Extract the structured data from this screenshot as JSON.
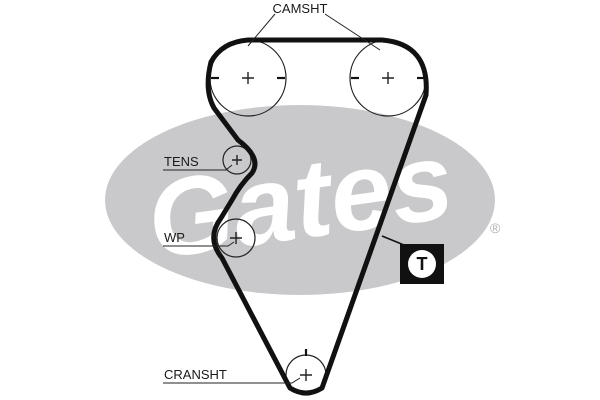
{
  "labels": {
    "camshaft": "CAMSHT",
    "tensioner": "TENS",
    "water_pump": "WP",
    "crankshaft": "CRANSHT"
  },
  "badge": {
    "letter": "T"
  },
  "logo": {
    "text": "Gates",
    "registered": "®"
  },
  "colors": {
    "belt": "#111111",
    "logo": "#c9c9cc",
    "badge_bg": "#111111",
    "badge_fg": "#ffffff"
  }
}
